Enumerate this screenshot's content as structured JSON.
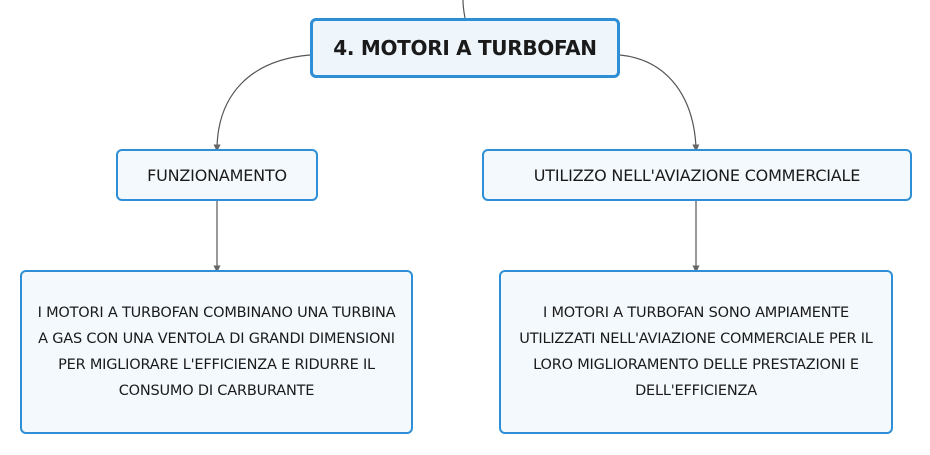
{
  "root": {
    "label": "4. MOTORI A TURBOFAN"
  },
  "branches": [
    {
      "label": "FUNZIONAMENTO",
      "detail": "I MOTORI A TURBOFAN COMBINANO UNA TURBINA A GAS CON UNA VENTOLA DI GRANDI DIMENSIONI PER MIGLIORARE L'EFFICIENZA E RIDURRE IL CONSUMO DI CARBURANTE"
    },
    {
      "label": "UTILIZZO NELL'AVIAZIONE COMMERCIALE",
      "detail": "I MOTORI A TURBOFAN SONO AMPIAMENTE UTILIZZATI NELL'AVIAZIONE COMMERCIALE PER IL LORO MIGLIORAMENTO DELLE PRESTAZIONI E DELL'EFFICIENZA"
    }
  ],
  "colors": {
    "border": "#2e8fd6",
    "fill": "#f3f9fd",
    "connector": "#555555"
  }
}
